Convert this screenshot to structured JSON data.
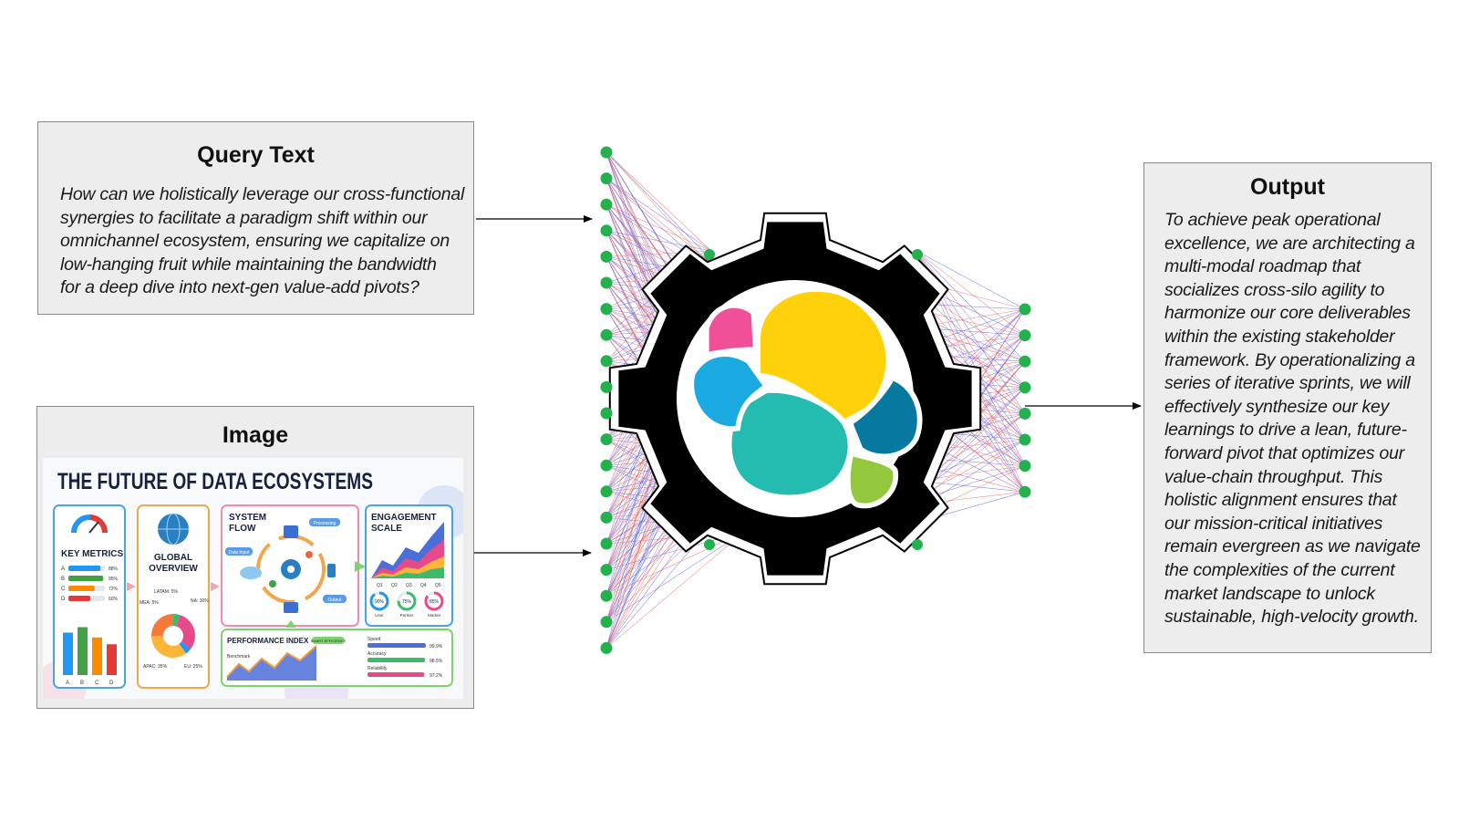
{
  "query": {
    "title": "Query Text",
    "lines": [
      "How can we holistically leverage our cross-functional",
      "synergies to facilitate a paradigm shift within our",
      "omnichannel ecosystem, ensuring we capitalize on",
      "low-hanging fruit while maintaining the bandwidth",
      "for a deep dive into next-gen value-add pivots?"
    ]
  },
  "image": {
    "title": "Image",
    "infographic": {
      "headline": "THE FUTURE OF DATA ECOSYSTEMS",
      "key_metrics": {
        "title": "KEY METRICS",
        "rows": [
          {
            "label": "A",
            "value": "88%",
            "fraction": 0.88,
            "color": "#2196f3"
          },
          {
            "label": "B",
            "value": "95%",
            "fraction": 0.95,
            "color": "#43a047"
          },
          {
            "label": "C",
            "value": "72%",
            "fraction": 0.72,
            "color": "#fb8c00"
          },
          {
            "label": "D",
            "value": "60%",
            "fraction": 0.6,
            "color": "#e53935"
          }
        ],
        "bar_labels": [
          "A",
          "B",
          "C",
          "D"
        ]
      },
      "global_overview": {
        "title_line1": "GLOBAL",
        "title_line2": "OVERVIEW",
        "segments": [
          "LATAM: 5%",
          "NA: 30%",
          "MEA: 5%",
          "APAC: 35%",
          "EU: 25%"
        ]
      },
      "system_flow": {
        "title_line1": "SYSTEM",
        "title_line2": "FLOW",
        "tags": [
          "Processing",
          "Data Input",
          "Output"
        ]
      },
      "engagement": {
        "title_line1": "ENGAGEMENT",
        "title_line2": "SCALE",
        "quarters": [
          "Q1",
          "Q2",
          "Q3",
          "Q4",
          "Q5"
        ],
        "rings": [
          {
            "value": "90%",
            "label": "User",
            "fraction": 0.9
          },
          {
            "value": "75%",
            "label": "Partner",
            "fraction": 0.75
          },
          {
            "value": "85%",
            "label": "Market",
            "fraction": 0.85
          }
        ]
      },
      "performance": {
        "title": "PERFORMANCE INDEX",
        "badge": "SMART EFFICIENCY",
        "benchmark_label": "Benchmark",
        "metrics": [
          {
            "label": "Speed",
            "value": "99.9%",
            "fraction": 0.999
          },
          {
            "label": "Accuracy",
            "value": "98.5%",
            "fraction": 0.985
          },
          {
            "label": "Reliability",
            "value": "97.2%",
            "fraction": 0.972
          }
        ]
      }
    }
  },
  "output": {
    "title": "Output",
    "lines": [
      "To achieve peak operational",
      "excellence, we are architecting a",
      "multi-modal roadmap that",
      "socializes cross-silo agility to",
      "harmonize our core deliverables",
      "within the existing stakeholder",
      "framework. By operationalizing a",
      "series of iterative sprints, we will",
      "effectively synthesize our key",
      "learnings to drive a lean, future-",
      "forward pivot that optimizes our",
      "value-chain throughput. This",
      "holistic alignment ensures that",
      "our mission-critical initiatives",
      "remain evergreen as we navigate",
      "the complexities of the current",
      "market landscape to unlock",
      "sustainable,  high-velocity growth."
    ]
  },
  "network": {
    "input_nodes": 20,
    "output_nodes": 8,
    "node_color": "#22b14c",
    "edge_colors": [
      "#e8605e",
      "#5b5fe8"
    ]
  },
  "logo": {
    "icon": "gear-with-blobs-logo",
    "gear_color": "#000000",
    "blob_colors": [
      "#fed10a",
      "#24bbb1",
      "#1ba9e1",
      "#ef5098",
      "#0779a1",
      "#93c83e"
    ]
  }
}
